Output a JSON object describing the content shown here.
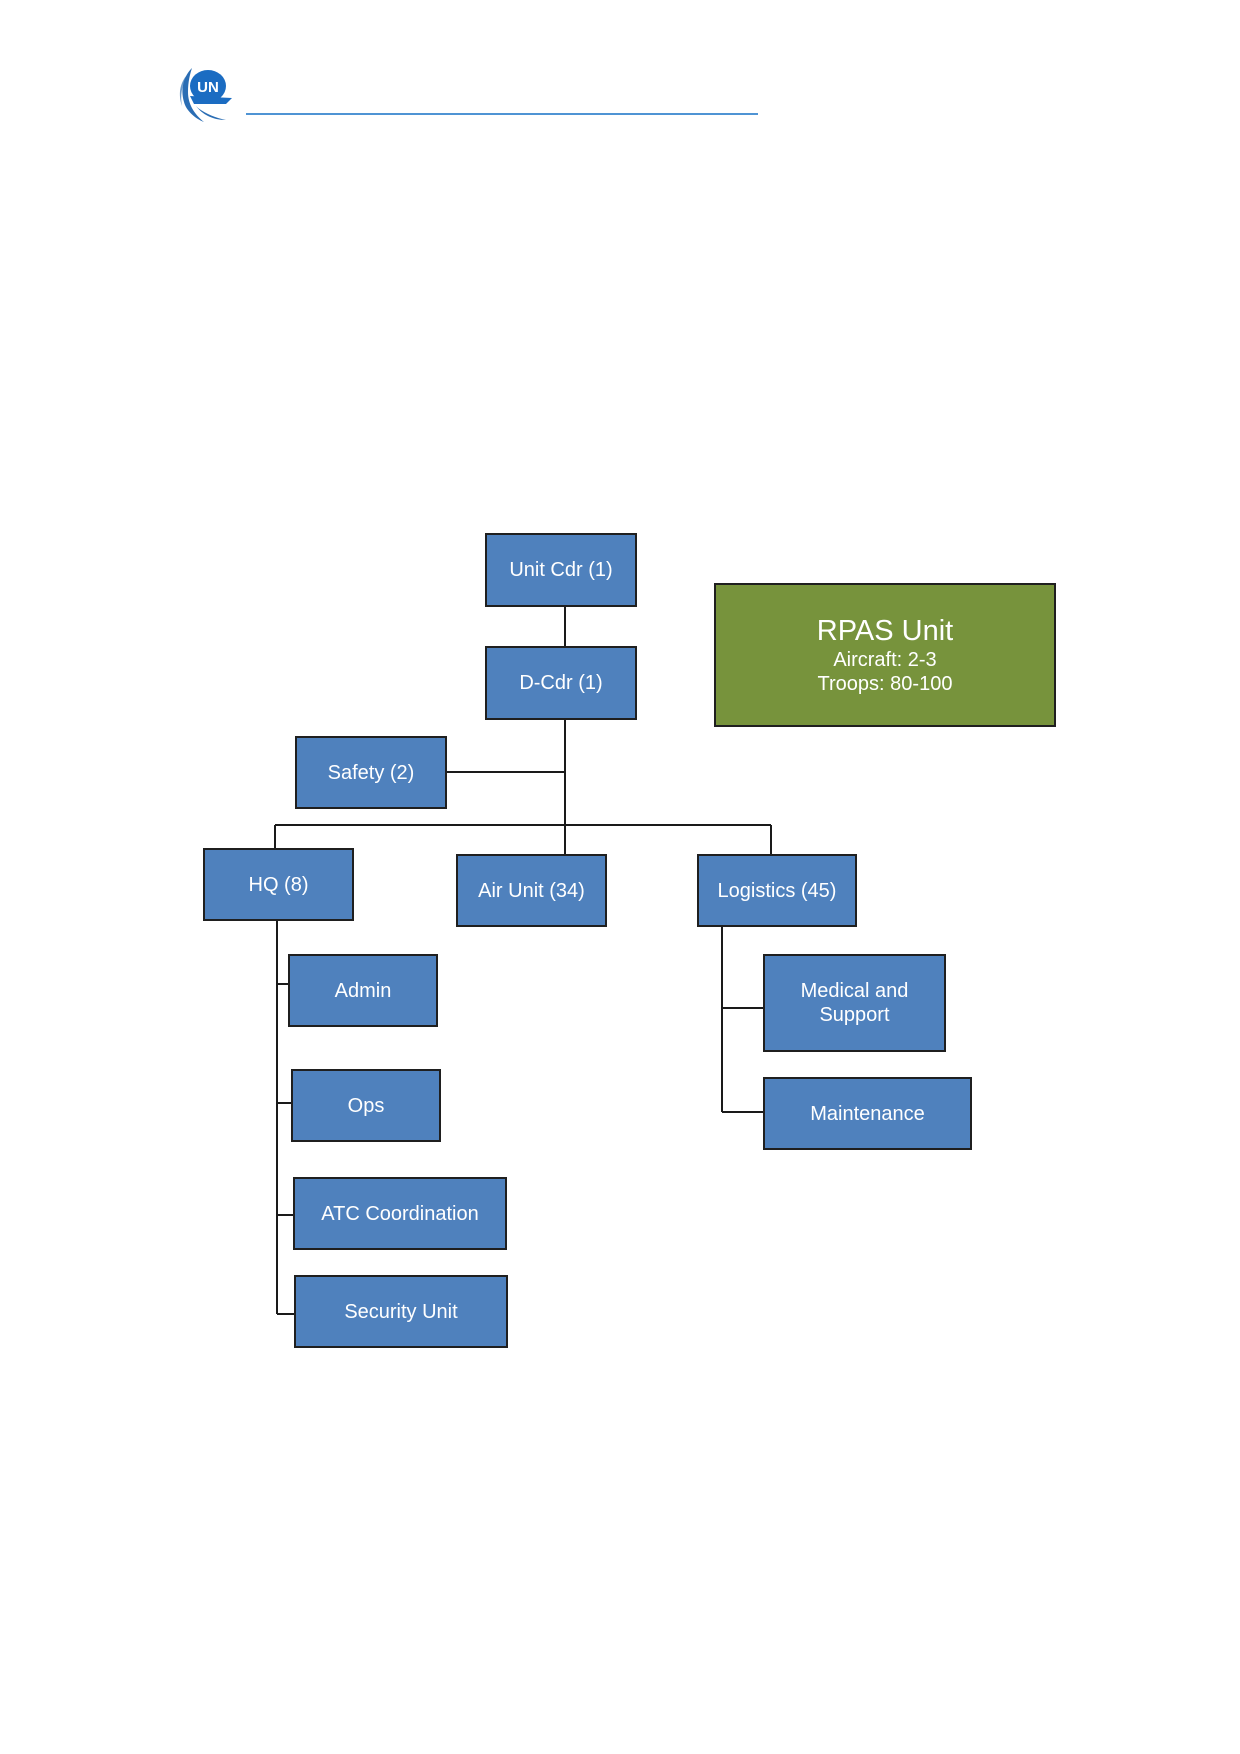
{
  "header": {
    "logo_text": "UN"
  },
  "summary_box": {
    "title": "RPAS Unit",
    "aircraft": "Aircraft: 2-3",
    "troops": "Troops: 80-100"
  },
  "org_chart": {
    "unit_cdr": "Unit Cdr (1)",
    "d_cdr": "D-Cdr (1)",
    "safety": "Safety (2)",
    "hq": "HQ (8)",
    "air_unit": "Air Unit (34)",
    "logistics": "Logistics (45)",
    "admin": "Admin",
    "ops": "Ops",
    "atc_coordination": "ATC Coordination",
    "security_unit": "Security Unit",
    "medical_support": "Medical and Support",
    "maintenance": "Maintenance"
  },
  "colors": {
    "box_fill": "#4f81bd",
    "summary_fill": "#77933c",
    "header_rule": "#4f94d4"
  }
}
